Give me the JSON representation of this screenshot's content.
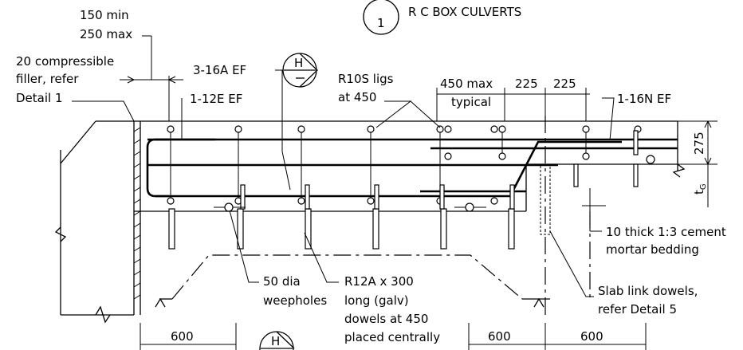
{
  "title": {
    "number": "1",
    "text": "R C BOX CULVERTS"
  },
  "section_marker": {
    "letter": "H"
  },
  "labels": {
    "gap": "150 min\n250 max",
    "filler": "20 compressible\nfiller, refer\nDetail 1",
    "bars_e": "1-12E EF",
    "bars_a": "3-16A EF",
    "ligs": "R10S ligs\nat 450",
    "spacing_max": "450 max",
    "spacing_typ": "typical",
    "dim_225a": "225",
    "dim_225b": "225",
    "bars_n": "1-16N EF",
    "dim_275": "275",
    "dim_tg": "t",
    "dim_tg_sub": "G",
    "mortar": "10 thick 1:3 cement\nmortar bedding",
    "weepholes": "50 dia\nweepholes",
    "dowels": "R12A x 300\nlong (galv)\ndowels at 450\nplaced centrally",
    "link_dowels": "Slab link dowels,\nrefer Detail 5",
    "dim_600_left": "600",
    "dim_600_mid": "600",
    "dim_600_right": "600"
  }
}
